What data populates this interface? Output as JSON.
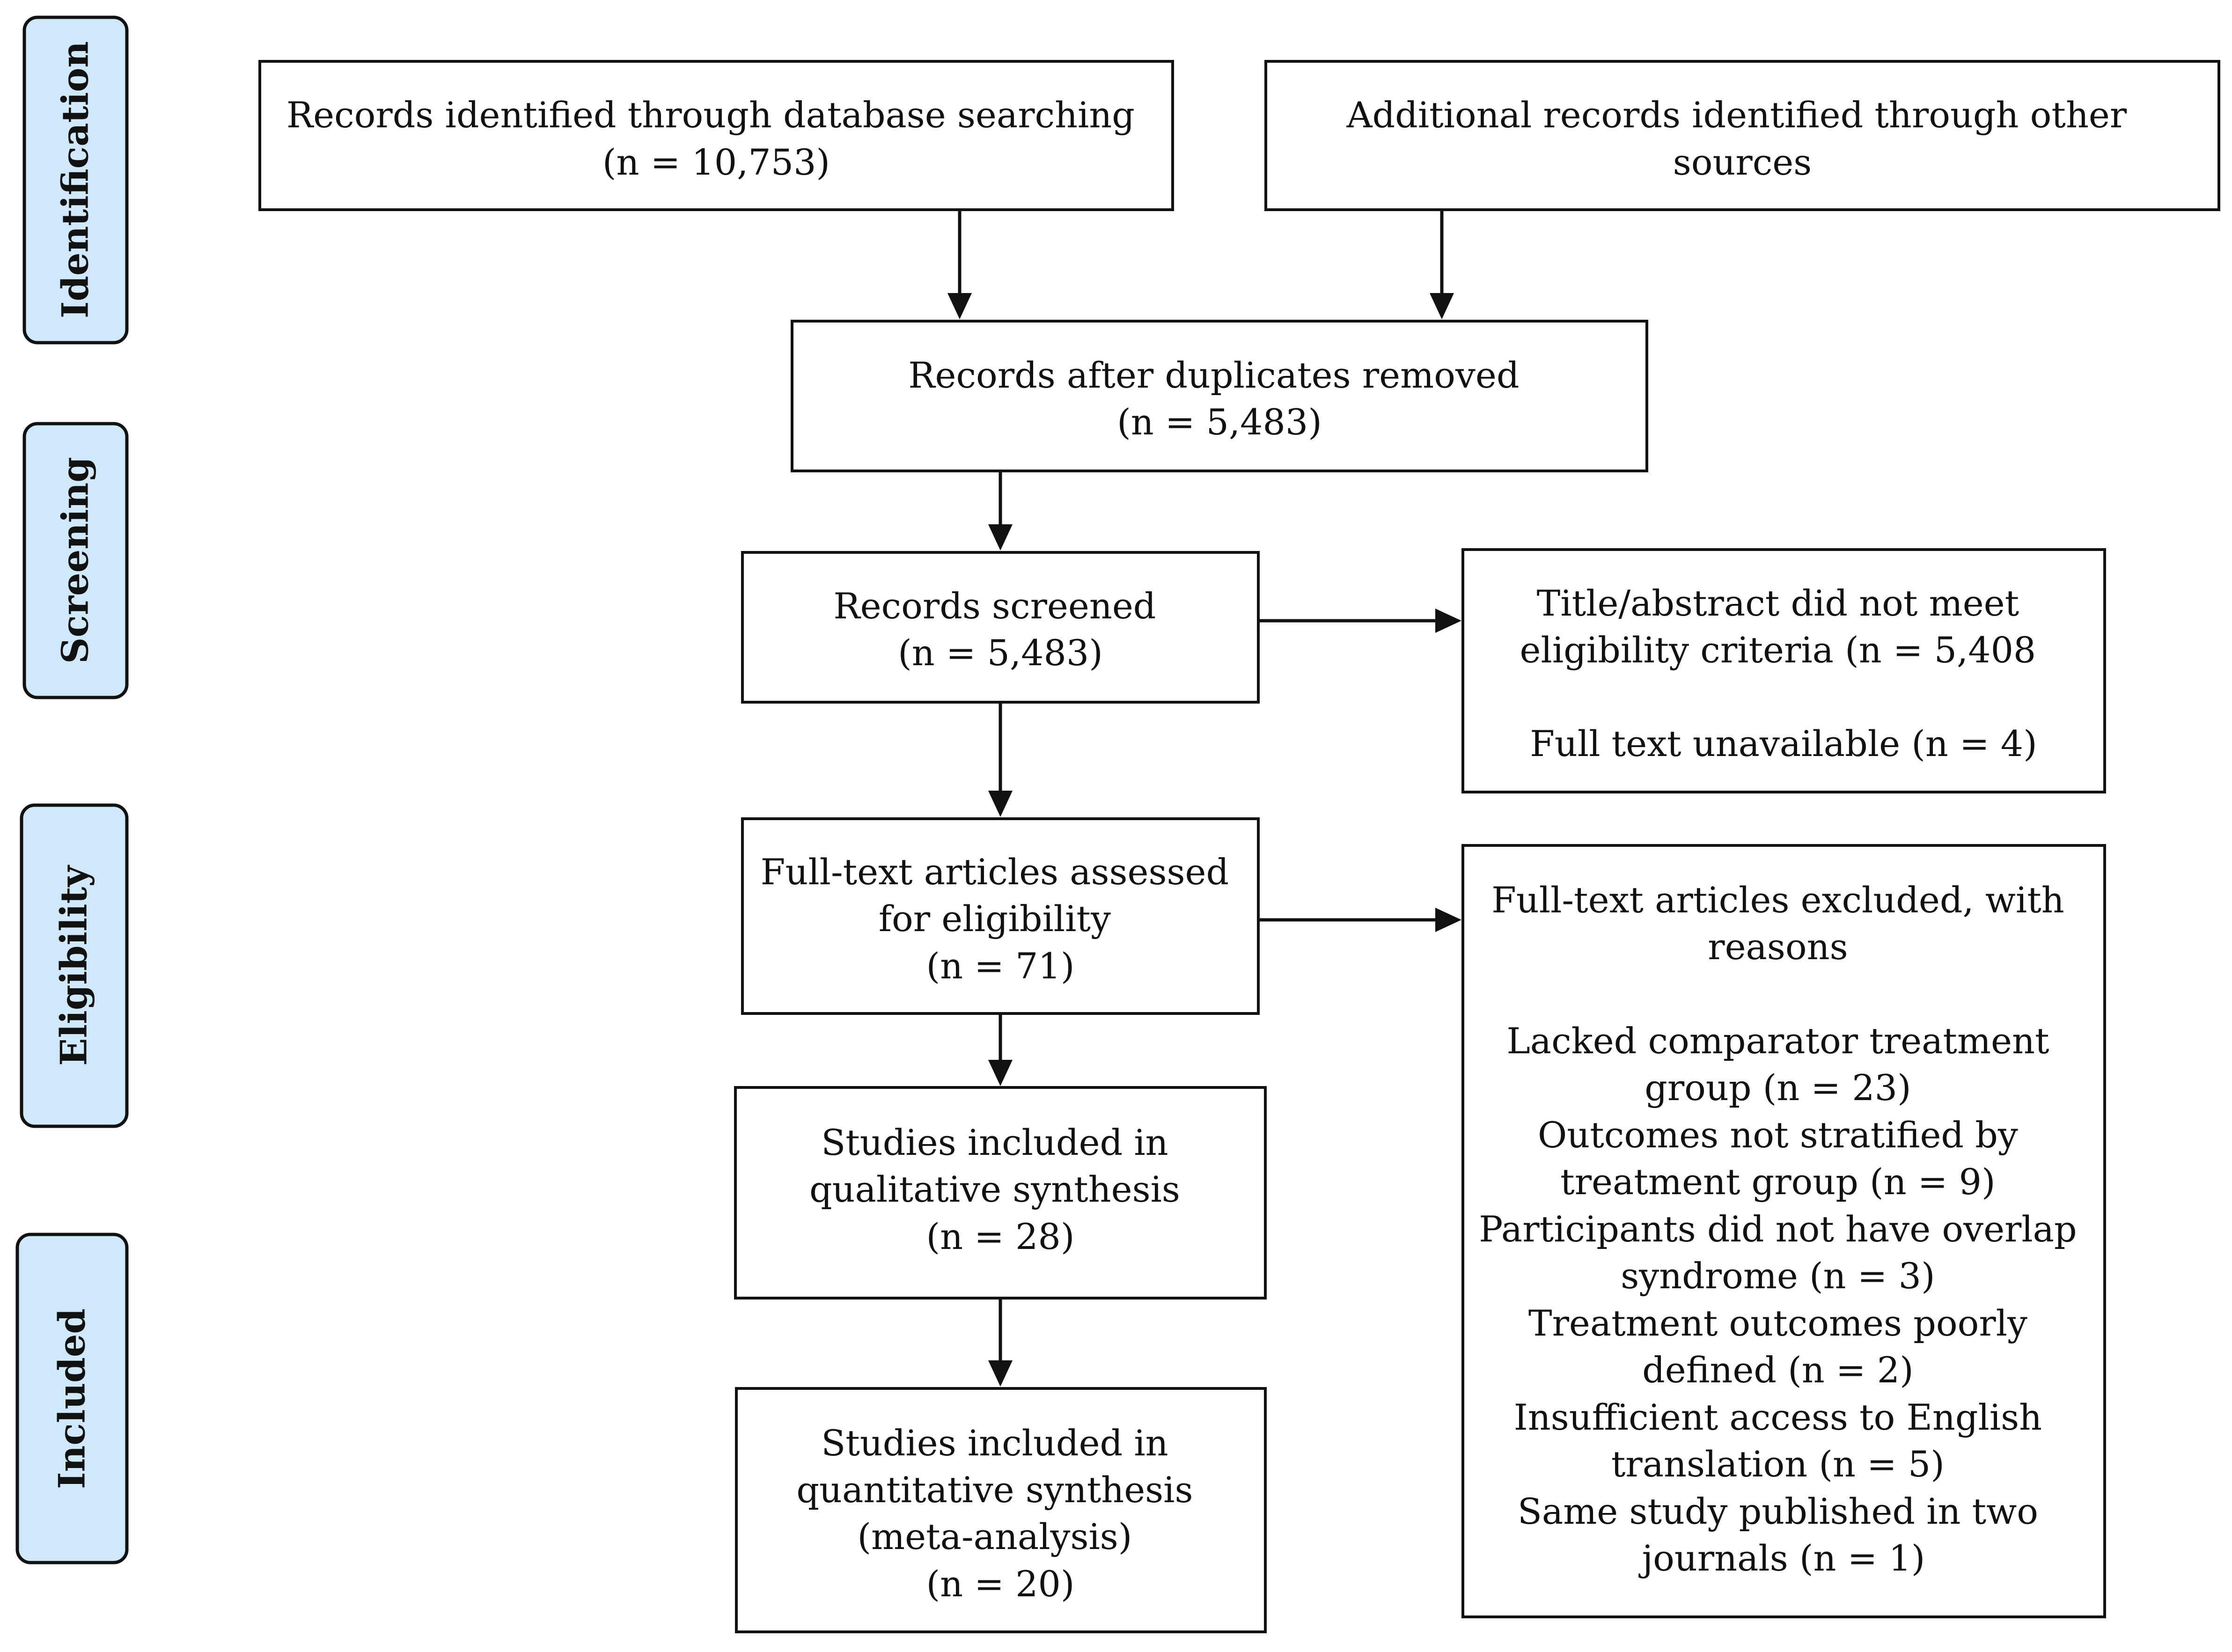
{
  "stages": [
    {
      "id": "identification",
      "label": "Identification"
    },
    {
      "id": "screening",
      "label": "Screening"
    },
    {
      "id": "eligibility",
      "label": "Eligibility"
    },
    {
      "id": "included",
      "label": "Included"
    }
  ],
  "boxes": {
    "database_records": [
      "Records identified through database searching",
      "(n = 10,753)"
    ],
    "other_sources": [
      "Additional records identified through other",
      "sources"
    ],
    "duplicates_removed": [
      "Records after duplicates removed",
      "(n = 5,483)"
    ],
    "records_screened": [
      "Records screened",
      "(n = 5,483)"
    ],
    "screening_excluded": [
      "Title/abstract did not meet",
      "eligibility criteria (n = 5,408",
      "",
      "Full text unavailable (n = 4)"
    ],
    "fulltext_assessed": [
      "Full-text articles assessed",
      "for eligibility",
      "(n = 71)"
    ],
    "fulltext_excluded": [
      "Full-text articles excluded, with",
      "reasons",
      "",
      "Lacked comparator treatment",
      "group (n = 23)",
      "Outcomes not stratified by",
      "treatment group (n = 9)",
      "Participants did not have overlap",
      "syndrome (n = 3)",
      "Treatment outcomes poorly",
      "defined (n = 2)",
      "Insufficient access to English",
      "translation (n = 5)",
      "Same study published in two",
      "journals (n = 1)"
    ],
    "qualitative": [
      "Studies included in",
      "qualitative synthesis",
      "(n = 28)"
    ],
    "quantitative": [
      "Studies included in",
      "quantitative synthesis",
      "(meta-analysis)",
      "(n = 20)"
    ]
  }
}
